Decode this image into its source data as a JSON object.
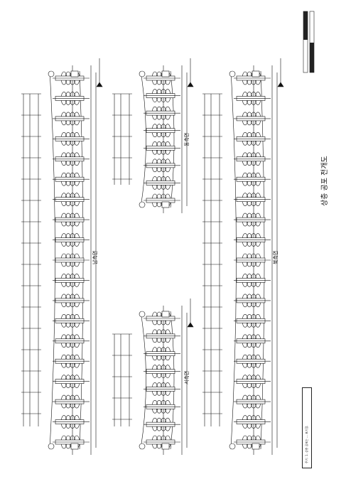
{
  "sheet": {
    "title": "상층 공포 전개도",
    "views": {
      "south": "남측면",
      "east": "동측면",
      "west": "서측면",
      "north": "북측면"
    },
    "note": "주기: 1. 상층 공포는 ... 표기함."
  }
}
